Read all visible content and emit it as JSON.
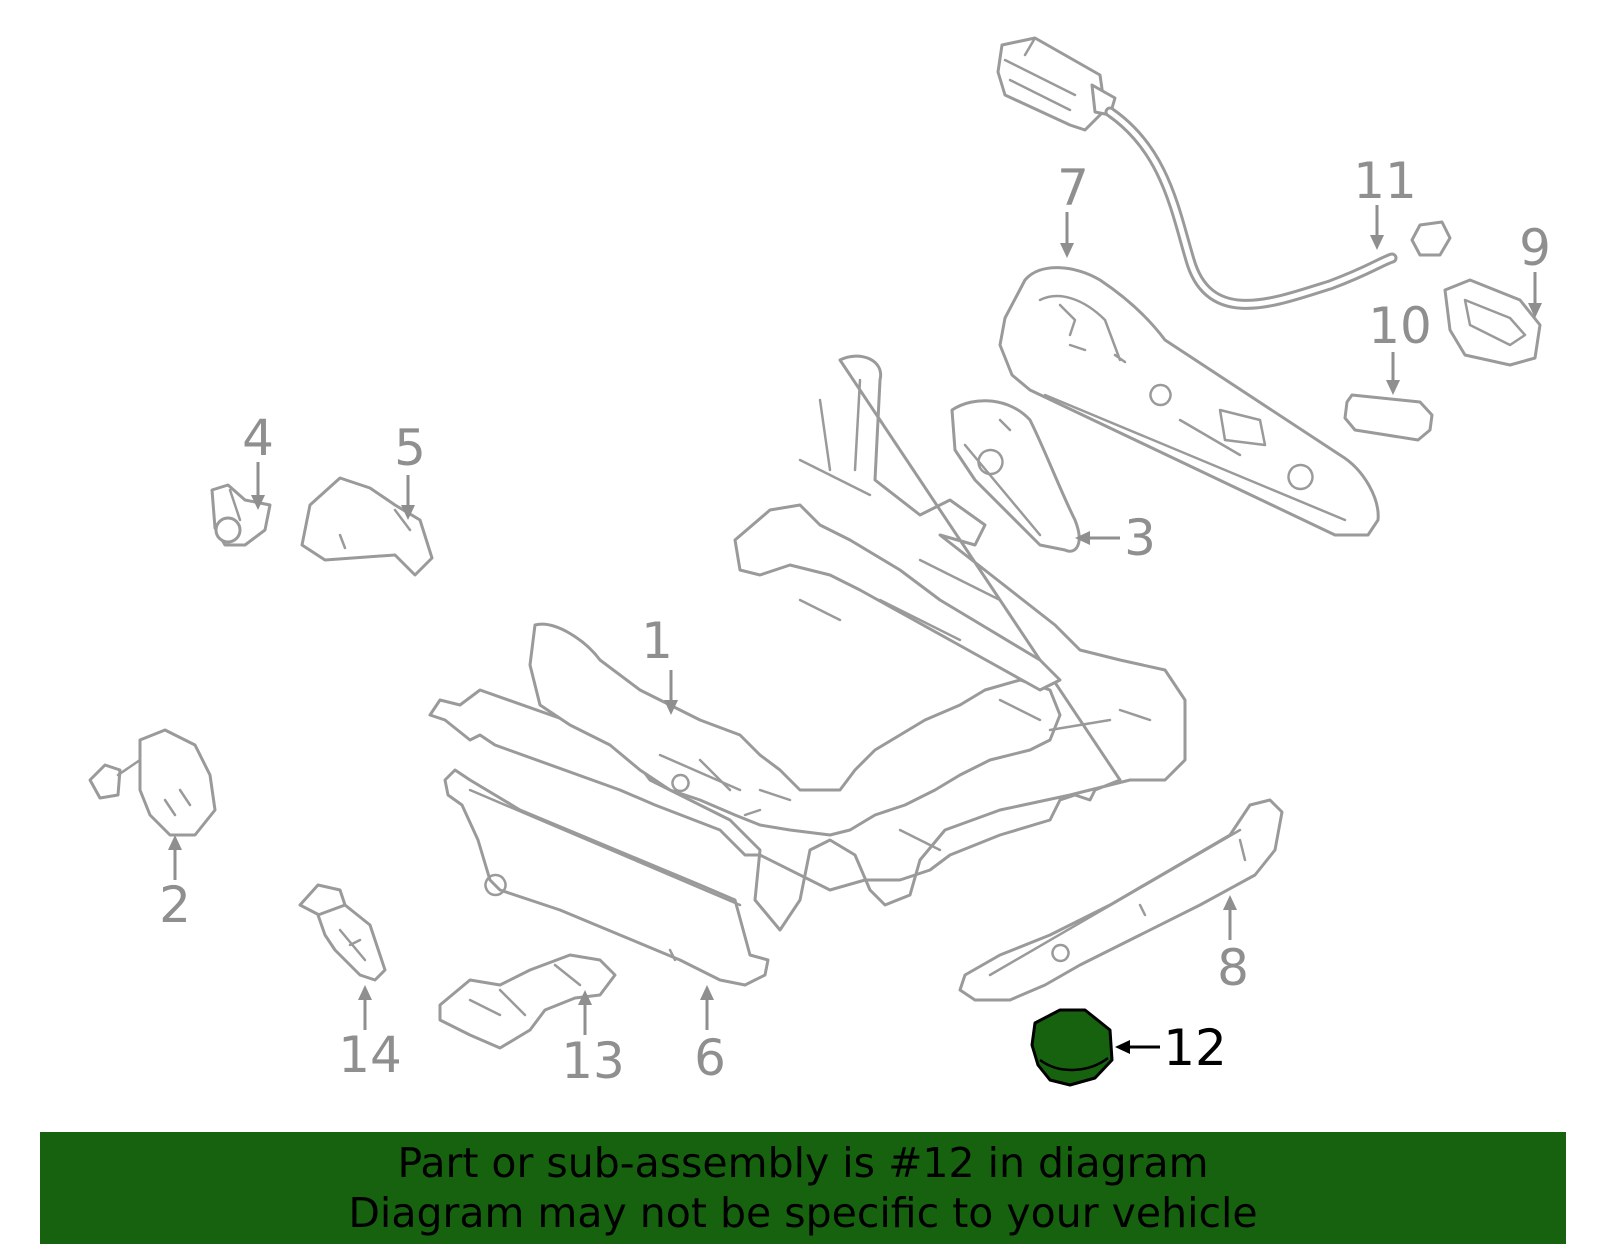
{
  "callouts": {
    "c1": "1",
    "c2": "2",
    "c3": "3",
    "c4": "4",
    "c5": "5",
    "c6": "6",
    "c7": "7",
    "c8": "8",
    "c9": "9",
    "c10": "10",
    "c11": "11",
    "c12": "12",
    "c13": "13",
    "c14": "14"
  },
  "highlight": {
    "part_number": "12",
    "color": "#16620f"
  },
  "banner": {
    "line1": "Part or sub-assembly is #12 in diagram",
    "line2": "Diagram may not be specific to your vehicle",
    "color": "#16620f"
  }
}
